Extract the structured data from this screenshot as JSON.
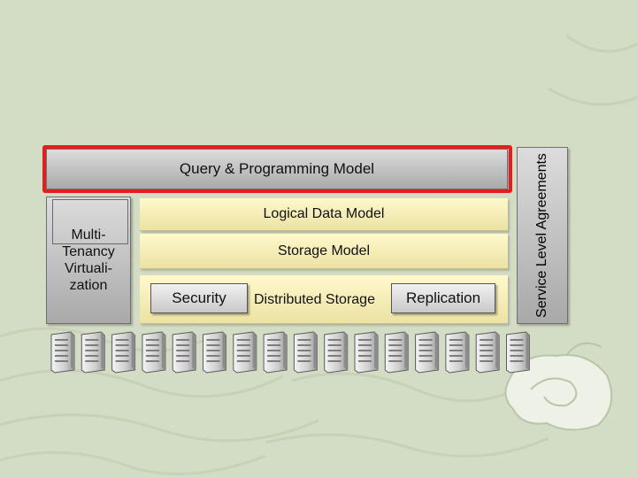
{
  "diagram": {
    "query_layer": "Query & Programming Model",
    "logical_layer": "Logical Data Model",
    "storage_layer": "Storage Model",
    "distributed_layer": "Distributed Storage",
    "security": "Security",
    "replication": "Replication",
    "multi_tenancy": "Multi-Tenancy Virtuali-zation",
    "sla": "Service Level Agreements"
  },
  "colors": {
    "highlight": "#e41e1e",
    "layer_fill": "#fff8cc",
    "box_fill": "#c0c0c0",
    "background": "#d3dcc4"
  },
  "icons": {
    "server": "server-tower-icon",
    "decoration": "ornamental-swirl-icon"
  },
  "server_count": 16
}
